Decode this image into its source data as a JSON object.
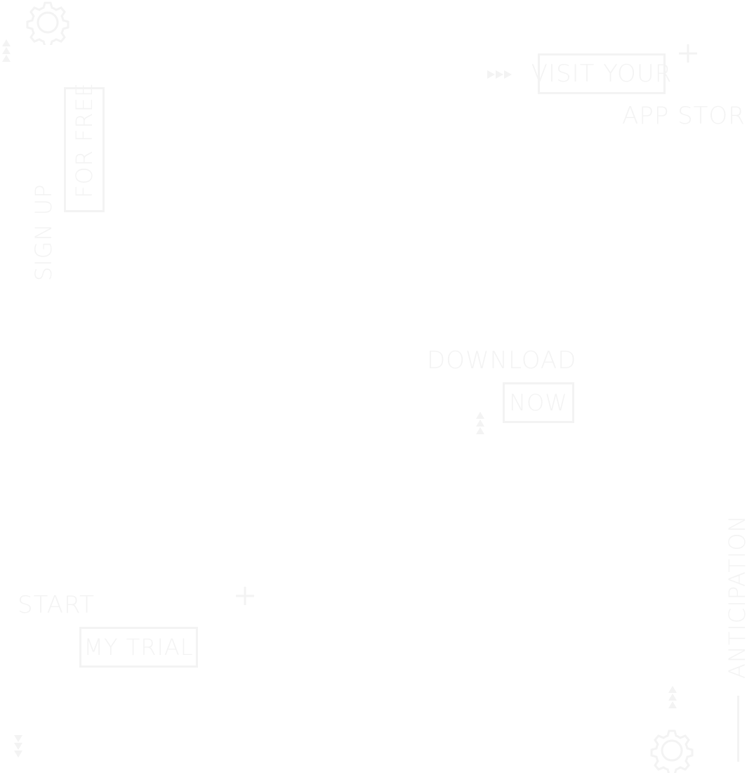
{
  "colors": {
    "background": "#ffffff",
    "foreground": "#f3f3f3"
  },
  "cta": {
    "visit": {
      "line1": "VISIT YOUR",
      "line2": "APP STORE"
    },
    "signup": {
      "line1": "SIGN UP",
      "line2": "FOR FREE"
    },
    "download": {
      "line1": "DOWNLOAD",
      "line2": "NOW"
    },
    "trial": {
      "line1": "START",
      "line2": "MY TRIAL"
    }
  },
  "side_label": "ANTICIPATION",
  "icons": [
    "gear-icon",
    "triple-arrow-up-icon",
    "triple-arrow-right-icon",
    "plus-icon",
    "triple-arrow-down-icon"
  ]
}
